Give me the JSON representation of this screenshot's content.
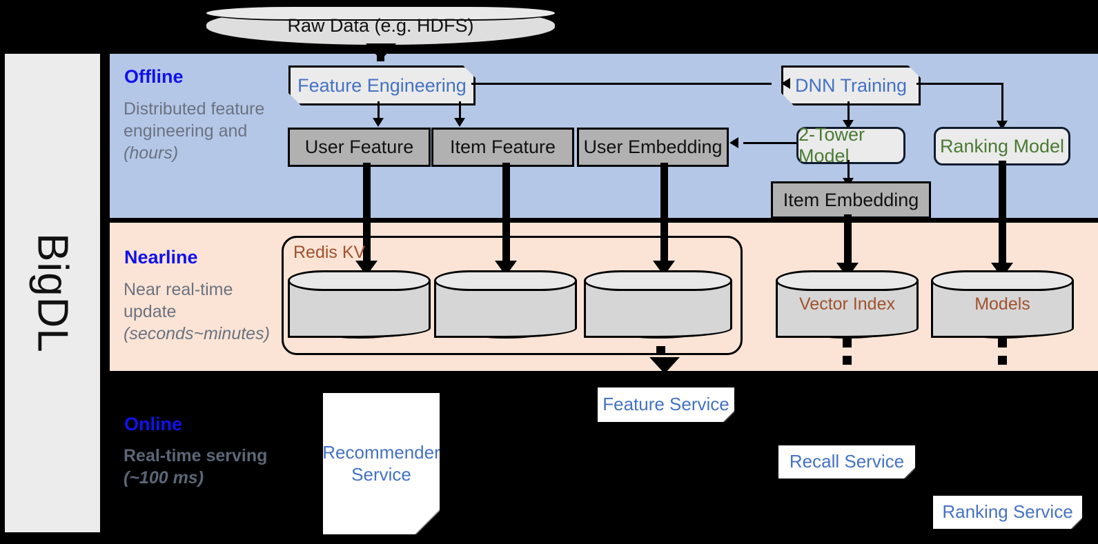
{
  "brand": {
    "label": "BigDL"
  },
  "source": {
    "label": "Raw Data (e.g. HDFS)"
  },
  "bands": [
    {
      "id": "offline",
      "title": "Offline",
      "subtitle": "Distributed feature engineering and ",
      "subtitle_em": "(hours)"
    },
    {
      "id": "nearline",
      "title": "Nearline",
      "subtitle": "Near real-time update ",
      "subtitle_em": "(seconds~minutes)"
    },
    {
      "id": "online",
      "title": "Online",
      "subtitle": "Real-time serving ",
      "subtitle_em": "(~100 ms)"
    }
  ],
  "offline": {
    "feature_engineering": "Feature Engineering",
    "dnn_training": "DNN Training",
    "user_feature": "User Feature",
    "item_feature": "Item Feature",
    "user_embedding": "User Embedding",
    "two_tower_model": "2-Tower Model",
    "ranking_model": "Ranking Model",
    "item_embedding": "Item Embedding"
  },
  "nearline": {
    "redis_label": "Redis KV",
    "stores": [
      "",
      "",
      ""
    ],
    "vector_index": "Vector Index",
    "models": "Models"
  },
  "online": {
    "recommender_service": "Recommender Service",
    "feature_service": "Feature Service",
    "recall_service": "Recall Service",
    "ranking_service": "Ranking Service"
  },
  "colors": {
    "offline_band": "#b4c7e7",
    "nearline_band": "#fbe4d5",
    "online_band": "#000000",
    "rail": "#ececec",
    "accent_blue": "#1111ee",
    "text_blue": "#4472c4",
    "model_green": "#4a7a33",
    "store_brown": "#a0522d",
    "data_box_gray": "#b1b1b1"
  }
}
